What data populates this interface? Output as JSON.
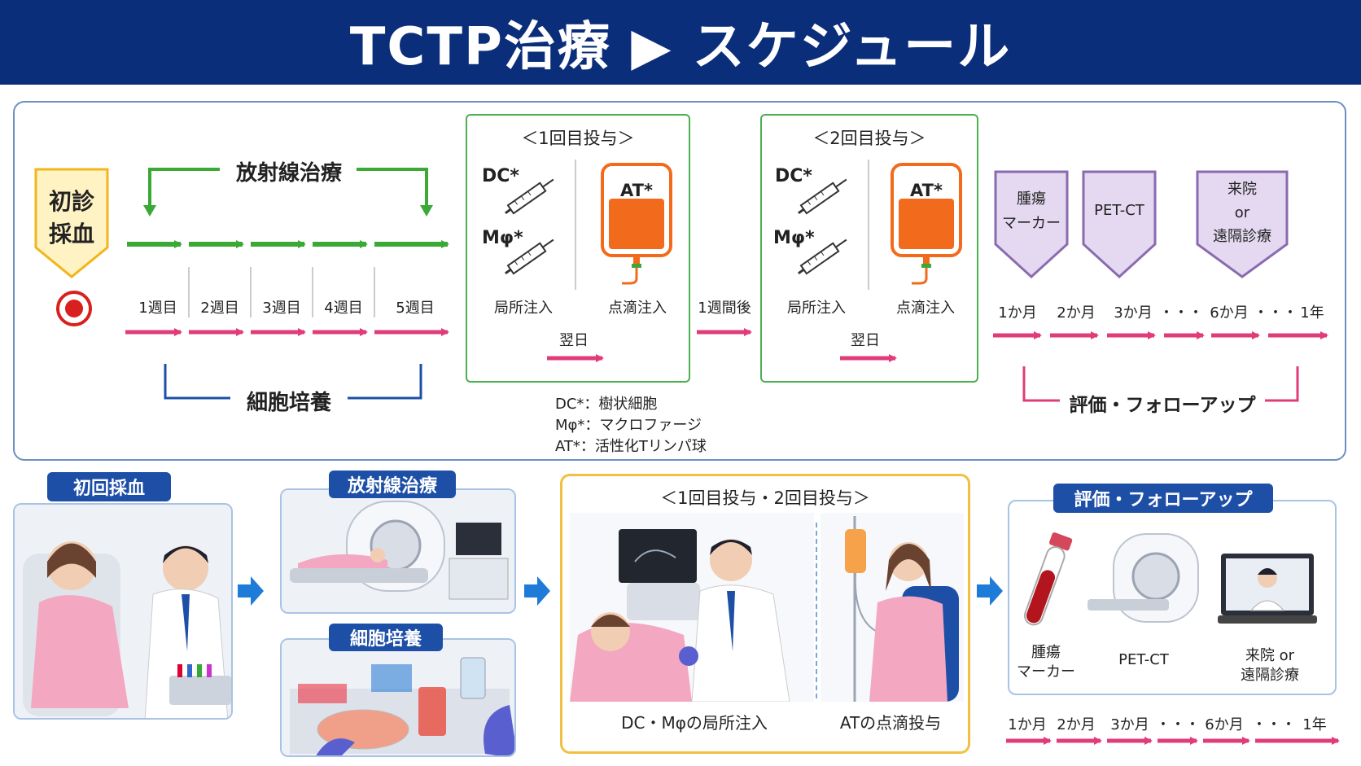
{
  "title": "TCTP治療 ▶ スケジュール",
  "top": {
    "initial_badge": [
      "初診",
      "採血"
    ],
    "radiation_label": "放射線治療",
    "culture_label": "細胞培養",
    "weeks": [
      "1週目",
      "2週目",
      "3週目",
      "4週目",
      "5週目"
    ],
    "dose1": {
      "title": "＜1回目投与＞",
      "dc": "DC*",
      "mphi": "Mφ*",
      "at": "AT*",
      "local": "局所注入",
      "drip": "点滴注入",
      "next_day": "翌日"
    },
    "one_week_later": "1週間後",
    "dose2": {
      "title": "＜2回目投与＞",
      "dc": "DC*",
      "mphi": "Mφ*",
      "at": "AT*",
      "local": "局所注入",
      "drip": "点滴注入",
      "next_day": "翌日"
    },
    "followups": [
      "腫瘍\nマーカー",
      "PET-CT",
      "来院\nor\n遠隔診療"
    ],
    "months": [
      "1か月",
      "2か月",
      "3か月",
      "・・・",
      "6か月",
      "・・・",
      "1年"
    ],
    "eval_label": "評価・フォローアップ",
    "legend": [
      "DC*：樹状細胞",
      "Mφ*：マクロファージ",
      "AT*：活性化Tリンパ球"
    ]
  },
  "bottom": {
    "blood_label": "初回採血",
    "radiation_label": "放射線治療",
    "culture_label": "細胞培養",
    "dose_title": "＜1回目投与・2回目投与＞",
    "dose_caption_left": "DC・Mφの局所注入",
    "dose_caption_right": "ATの点滴投与",
    "eval_label": "評価・フォローアップ",
    "eval_items": [
      "腫瘍\nマーカー",
      "PET-CT",
      "来院 or\n遠隔診療"
    ],
    "months": [
      "1か月",
      "2か月",
      "3か月",
      "・・・",
      "6か月",
      "・・・",
      "1年"
    ]
  },
  "colors": {
    "navy": "#0b2e7a",
    "green": "#3aa935",
    "pink": "#e03c7a",
    "blue": "#1e4fa7",
    "orange": "#f26b1d",
    "purple_fill": "#e4d9f0",
    "purple_border": "#8a6bb0",
    "yellow_fill": "#fff3c4",
    "yellow_border": "#f2b51c"
  }
}
